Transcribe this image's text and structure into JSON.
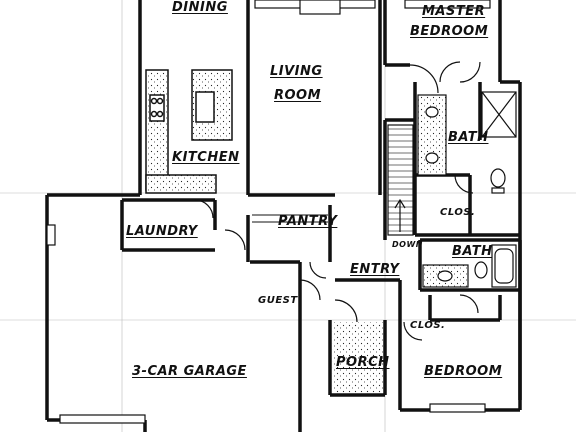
{
  "labels": {
    "dining": "DINING",
    "master": "MASTER",
    "master_bedroom": "BEDROOM",
    "living": "LIVING",
    "living_room": "ROOM",
    "kitchen": "KITCHEN",
    "bath_upper": "BATH",
    "closet_upper": "CLOS.",
    "laundry": "LAUNDRY",
    "pantry": "PANTRY",
    "down": "DOWN",
    "bath_lower": "BATH",
    "entry": "ENTRY",
    "guest": "GUEST",
    "closet_lower": "CLOS.",
    "garage": "3-CAR GARAGE",
    "porch": "PORCH",
    "bedroom": "BEDROOM"
  }
}
